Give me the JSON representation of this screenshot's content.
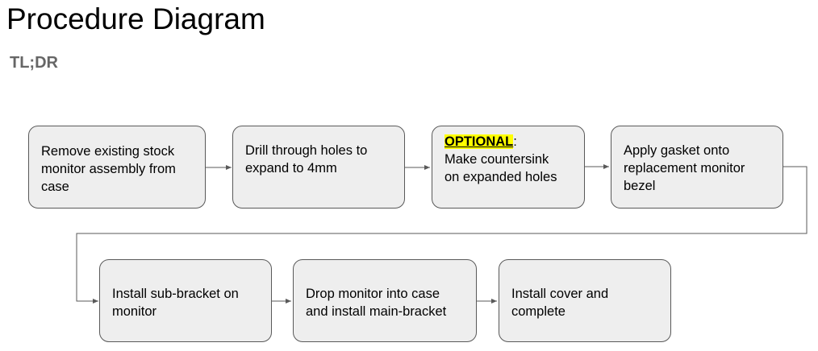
{
  "header": {
    "title": "Procedure Diagram",
    "subtitle": "TL;DR"
  },
  "steps": [
    {
      "id": 1,
      "lines": [
        "Remove existing stock",
        "monitor assembly from",
        "case"
      ]
    },
    {
      "id": 2,
      "lines": [
        "Drill through holes to",
        "expand to 4mm"
      ]
    },
    {
      "id": 3,
      "highlight": "OPTIONAL",
      "suffix": ":",
      "lines": [
        "Make countersink",
        "on expanded holes"
      ]
    },
    {
      "id": 4,
      "lines": [
        "Apply gasket onto",
        "replacement monitor",
        "bezel"
      ]
    },
    {
      "id": 5,
      "lines": [
        "Install sub-bracket on",
        "monitor"
      ]
    },
    {
      "id": 6,
      "lines": [
        "Drop monitor into case",
        "and install main-bracket"
      ]
    },
    {
      "id": 7,
      "lines": [
        "Install cover and",
        "complete"
      ]
    }
  ],
  "colors": {
    "box_fill": "#eeeeee",
    "box_border": "#595959",
    "highlight": "#ffff00",
    "subtitle": "#666666"
  }
}
